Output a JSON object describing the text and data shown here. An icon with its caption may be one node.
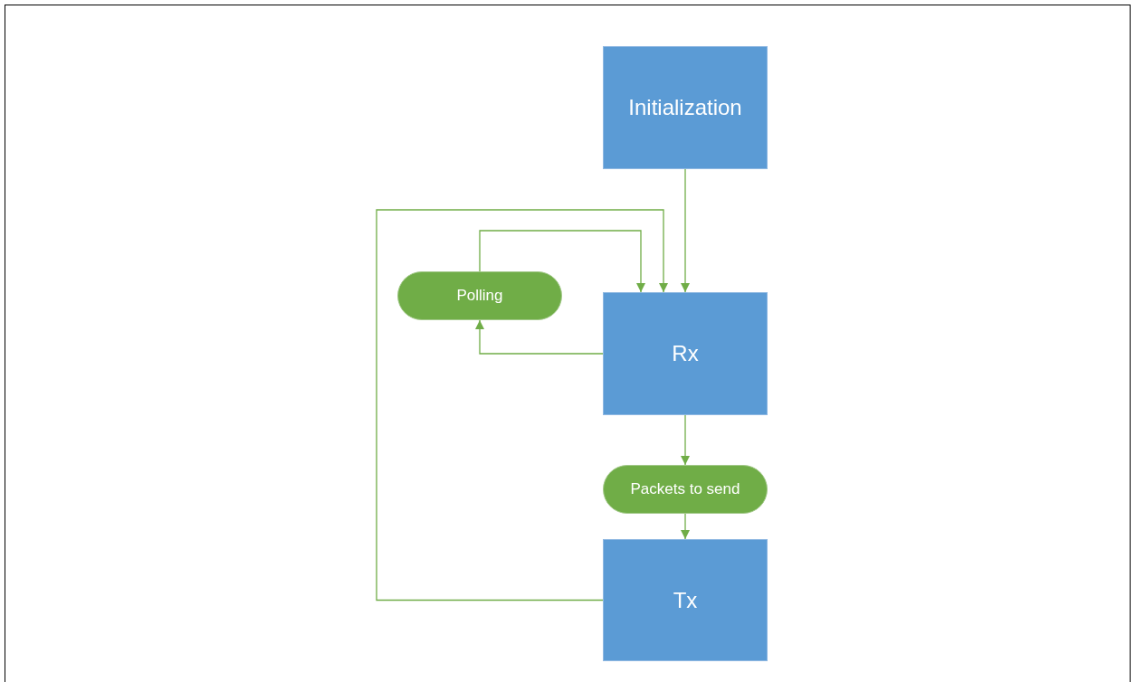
{
  "diagram": {
    "nodes": [
      {
        "text": [
          "Initialization"
        ]
      },
      {
        "text": [
          "Polling"
        ]
      },
      {
        "text": [
          "Rx"
        ]
      },
      {
        "text": [
          "Packets to send"
        ]
      },
      {
        "text": [
          "Tx"
        ]
      }
    ],
    "edges": [
      {
        "from": 0,
        "to": 2,
        "arrow": "to"
      },
      {
        "from": 2,
        "to": 1,
        "arrow": "to"
      },
      {
        "from": 1,
        "to": 2,
        "arrow": "to"
      },
      {
        "from": 4,
        "to": 2,
        "arrow": "to"
      },
      {
        "from": 2,
        "to": 3,
        "arrow": "to"
      },
      {
        "from": 3,
        "to": 4,
        "arrow": "to"
      }
    ]
  }
}
